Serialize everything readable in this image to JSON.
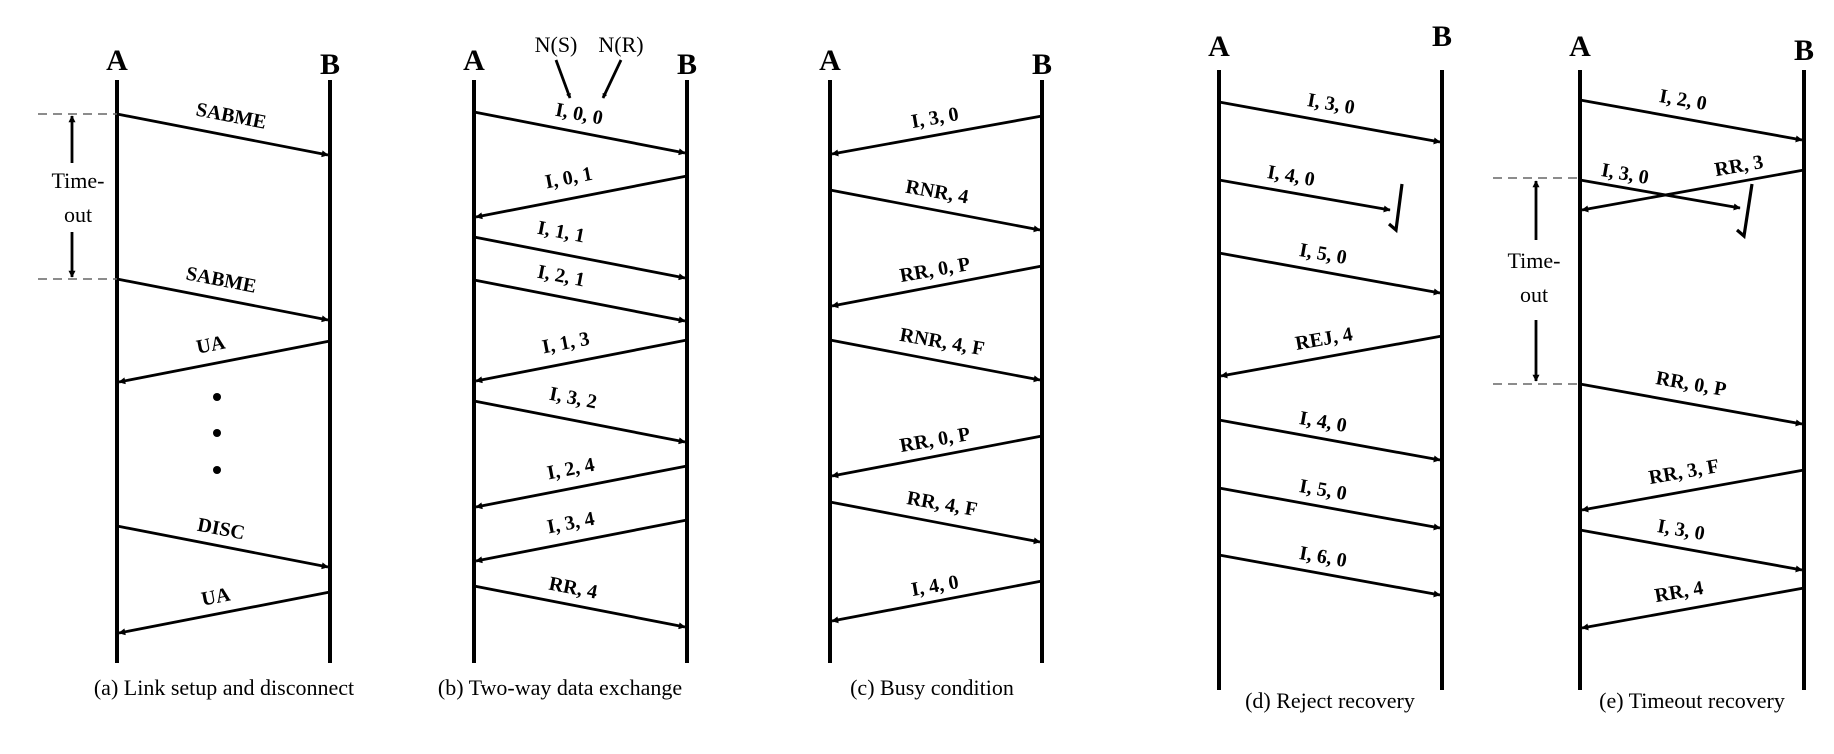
{
  "panels": [
    {
      "endpoints": [
        "A",
        "B"
      ],
      "caption": "(a) Link setup and disconnect",
      "messages": [
        "SABME",
        "SABME",
        "UA",
        "DISC",
        "UA"
      ],
      "timeout_label": [
        "Time-",
        "out"
      ]
    },
    {
      "endpoints": [
        "A",
        "B"
      ],
      "caption": "(b) Two-way data exchange",
      "field_labels": [
        "N(S)",
        "N(R)"
      ],
      "messages": [
        "I, 0, 0",
        "I, 0, 1",
        "I, 1, 1",
        "I, 2, 1",
        "I, 1, 3",
        "I, 3, 2",
        "I, 2, 4",
        "I, 3, 4",
        "RR, 4"
      ]
    },
    {
      "endpoints": [
        "A",
        "B"
      ],
      "caption": "(c) Busy condition",
      "messages": [
        "I, 3, 0",
        "RNR, 4",
        "RR, 0, P",
        "RNR, 4, F",
        "RR, 0, P",
        "RR, 4, F",
        "I, 4, 0"
      ]
    },
    {
      "endpoints": [
        "A",
        "B"
      ],
      "caption": "(d) Reject recovery",
      "messages": [
        "I, 3, 0",
        "I, 4, 0",
        "I, 5, 0",
        "REJ, 4",
        "I, 4, 0",
        "I, 5, 0",
        "I, 6, 0"
      ]
    },
    {
      "endpoints": [
        "A",
        "B"
      ],
      "caption": "(e) Timeout recovery",
      "messages": [
        "I, 2, 0",
        "I, 3, 0",
        "RR, 3",
        "RR, 0, P",
        "RR, 3, F",
        "I, 3, 0",
        "RR, 4"
      ],
      "timeout_label": [
        "Time-",
        "out"
      ]
    }
  ]
}
